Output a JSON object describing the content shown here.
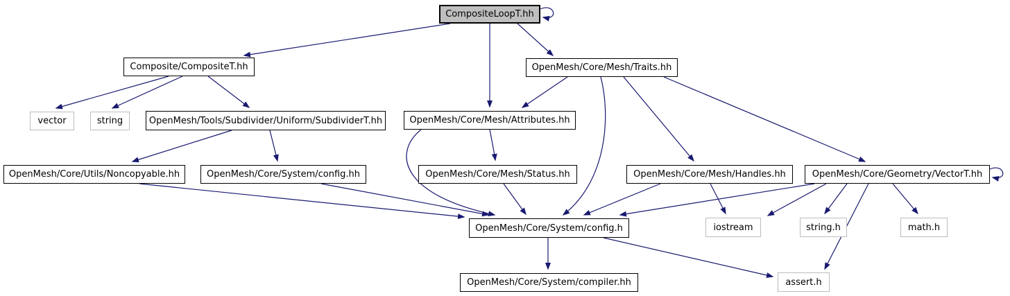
{
  "diagram": {
    "type": "include-dependency-graph",
    "edge_color": "#191970",
    "root_fill": "#bfbfbf",
    "nodes": [
      {
        "id": "composite-loop",
        "label": "CompositeLoopT.hh",
        "kind": "root"
      },
      {
        "id": "composite-t",
        "label": "Composite/CompositeT.hh",
        "kind": "internal"
      },
      {
        "id": "traits",
        "label": "OpenMesh/Core/Mesh/Traits.hh",
        "kind": "internal"
      },
      {
        "id": "vector",
        "label": "vector",
        "kind": "external"
      },
      {
        "id": "string",
        "label": "string",
        "kind": "external"
      },
      {
        "id": "subdivider-t",
        "label": "OpenMesh/Tools/Subdivider/Uniform/SubdividerT.hh",
        "kind": "internal"
      },
      {
        "id": "attributes",
        "label": "OpenMesh/Core/Mesh/Attributes.hh",
        "kind": "internal"
      },
      {
        "id": "noncopyable",
        "label": "OpenMesh/Core/Utils/Noncopyable.hh",
        "kind": "internal"
      },
      {
        "id": "config-hh",
        "label": "OpenMesh/Core/System/config.hh",
        "kind": "internal"
      },
      {
        "id": "status",
        "label": "OpenMesh/Core/Mesh/Status.hh",
        "kind": "internal"
      },
      {
        "id": "handles",
        "label": "OpenMesh/Core/Mesh/Handles.hh",
        "kind": "internal"
      },
      {
        "id": "vector-t",
        "label": "OpenMesh/Core/Geometry/VectorT.hh",
        "kind": "internal"
      },
      {
        "id": "config-h",
        "label": "OpenMesh/Core/System/config.h",
        "kind": "internal"
      },
      {
        "id": "iostream",
        "label": "iostream",
        "kind": "external"
      },
      {
        "id": "string-h",
        "label": "string.h",
        "kind": "external"
      },
      {
        "id": "math-h",
        "label": "math.h",
        "kind": "external"
      },
      {
        "id": "compiler-hh",
        "label": "OpenMesh/Core/System/compiler.hh",
        "kind": "internal"
      },
      {
        "id": "assert-h",
        "label": "assert.h",
        "kind": "external"
      }
    ],
    "edges": [
      {
        "from": "composite-loop",
        "to": "composite-loop"
      },
      {
        "from": "composite-loop",
        "to": "composite-t"
      },
      {
        "from": "composite-loop",
        "to": "attributes"
      },
      {
        "from": "composite-loop",
        "to": "traits"
      },
      {
        "from": "composite-t",
        "to": "vector"
      },
      {
        "from": "composite-t",
        "to": "string"
      },
      {
        "from": "composite-t",
        "to": "subdivider-t"
      },
      {
        "from": "subdivider-t",
        "to": "noncopyable"
      },
      {
        "from": "subdivider-t",
        "to": "config-hh"
      },
      {
        "from": "noncopyable",
        "to": "config-h"
      },
      {
        "from": "config-hh",
        "to": "config-h"
      },
      {
        "from": "traits",
        "to": "attributes"
      },
      {
        "from": "traits",
        "to": "handles"
      },
      {
        "from": "traits",
        "to": "vector-t"
      },
      {
        "from": "traits",
        "to": "config-h"
      },
      {
        "from": "attributes",
        "to": "status"
      },
      {
        "from": "attributes",
        "to": "config-h"
      },
      {
        "from": "status",
        "to": "config-h"
      },
      {
        "from": "handles",
        "to": "config-h"
      },
      {
        "from": "handles",
        "to": "iostream"
      },
      {
        "from": "vector-t",
        "to": "vector-t"
      },
      {
        "from": "vector-t",
        "to": "config-h"
      },
      {
        "from": "vector-t",
        "to": "iostream"
      },
      {
        "from": "vector-t",
        "to": "string-h"
      },
      {
        "from": "vector-t",
        "to": "math-h"
      },
      {
        "from": "vector-t",
        "to": "assert-h"
      },
      {
        "from": "config-h",
        "to": "compiler-hh"
      },
      {
        "from": "config-h",
        "to": "assert-h"
      }
    ]
  }
}
